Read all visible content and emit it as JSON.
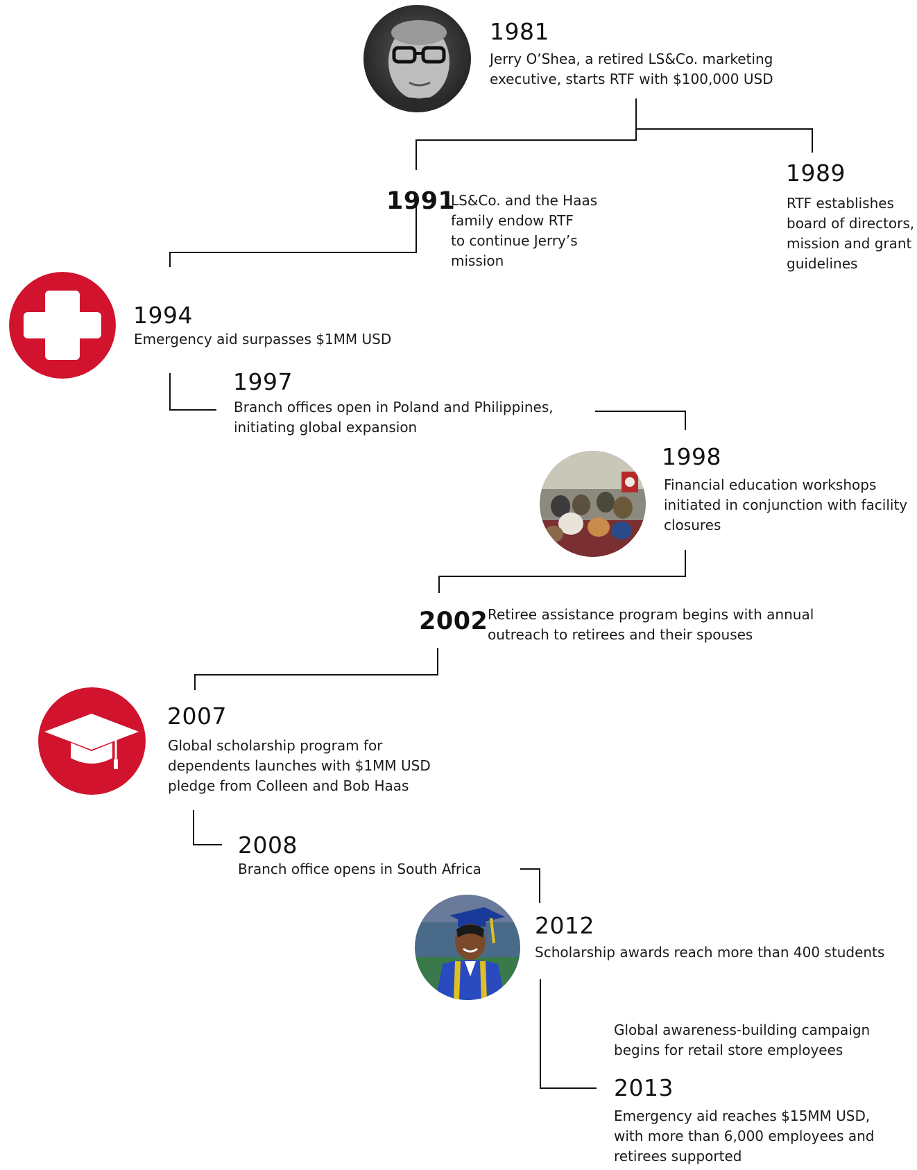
{
  "colors": {
    "accent": "#d1132e",
    "line": "#111111"
  },
  "events": {
    "e1981": {
      "year": "1981",
      "text": "Jerry O’Shea, a retired LS&Co. marketing\nexecutive, starts RTF with $100,000 USD"
    },
    "e1989": {
      "year": "1989",
      "text": "RTF establishes\nboard of directors,\nmission and grant\nguidelines"
    },
    "e1991": {
      "year": "1991",
      "text": "LS&Co. and the Haas\nfamily endow RTF\nto continue Jerry’s\nmission"
    },
    "e1994": {
      "year": "1994",
      "text": "Emergency aid surpasses $1MM USD",
      "icon": "medical-cross-icon"
    },
    "e1997": {
      "year": "1997",
      "text": "Branch offices open in Poland and Philippines,\ninitiating global expansion"
    },
    "e1998": {
      "year": "1998",
      "text": "Financial education workshops\ninitiated in conjunction with facility\nclosures"
    },
    "e2002": {
      "year": "2002",
      "text": "Retiree assistance program begins with annual\noutreach to retirees and their spouses"
    },
    "e2007": {
      "year": "2007",
      "text": "Global scholarship program for\ndependents launches with $1MM USD\npledge from Colleen and Bob Haas",
      "icon": "graduation-cap-icon"
    },
    "e2008": {
      "year": "2008",
      "text": "Branch office opens in South Africa"
    },
    "e2012": {
      "year": "2012",
      "text": "Scholarship awards reach more than 400 students"
    },
    "e2013": {
      "year": "2013",
      "pre_text": "Global awareness-building campaign\nbegins for retail store employees",
      "text": "Emergency aid reaches $15MM USD,\nwith more than 6,000 employees and\nretirees supported"
    }
  }
}
